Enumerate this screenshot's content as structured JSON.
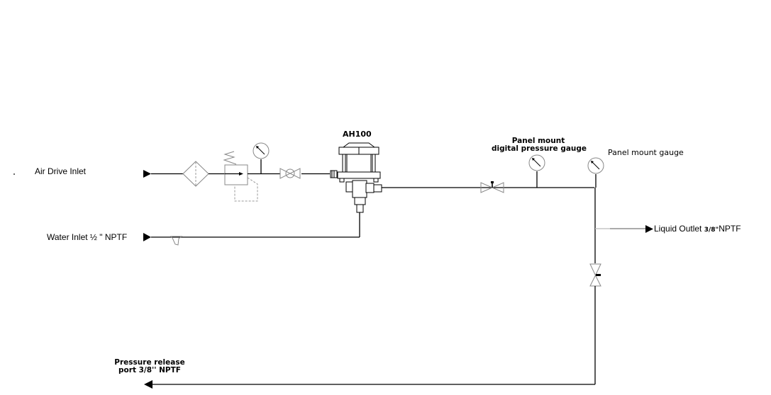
{
  "diagram": {
    "pump_label": "AH100",
    "labels": {
      "air_drive_inlet": "Air Drive Inlet",
      "water_inlet": "Water Inlet ½  \" NPTF",
      "digital_gauge_line1": "Panel mount",
      "digital_gauge_line2": "digital pressure gauge",
      "panel_gauge": "Panel mount gauge",
      "liquid_outlet_main": "Liquid Outlet ",
      "liquid_outlet_size": "3/8\"",
      "liquid_outlet_suffix": "NPTF",
      "pressure_release_line1": "Pressure release",
      "pressure_release_line2": "port 3/8'' NPTF"
    },
    "components": [
      {
        "id": "air-inlet-arrow",
        "type": "port-arrow"
      },
      {
        "id": "air-filter",
        "type": "filter"
      },
      {
        "id": "air-regulator",
        "type": "pressure-regulator"
      },
      {
        "id": "air-gauge",
        "type": "pressure-gauge"
      },
      {
        "id": "air-valve",
        "type": "ball-valve"
      },
      {
        "id": "pump-ah100",
        "type": "air-driven-liquid-pump"
      },
      {
        "id": "water-inlet-arrow",
        "type": "port-arrow"
      },
      {
        "id": "water-strainer",
        "type": "strainer"
      },
      {
        "id": "outlet-needle-valve",
        "type": "needle-valve"
      },
      {
        "id": "digital-pressure-gauge",
        "type": "pressure-gauge"
      },
      {
        "id": "panel-mount-gauge",
        "type": "pressure-gauge"
      },
      {
        "id": "liquid-outlet-arrow",
        "type": "port-arrow"
      },
      {
        "id": "release-valve",
        "type": "needle-valve"
      },
      {
        "id": "pressure-release-arrow",
        "type": "port-arrow"
      }
    ]
  }
}
